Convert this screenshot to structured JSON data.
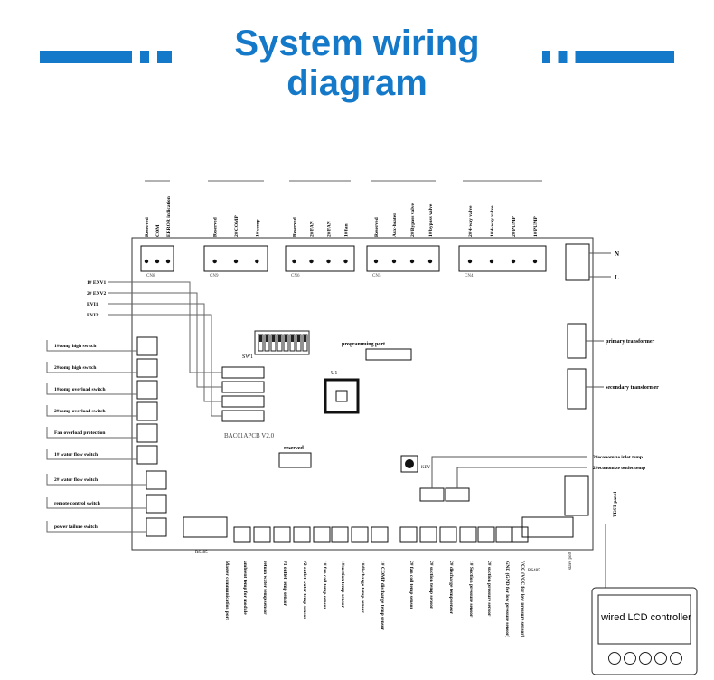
{
  "header": {
    "title_line1": "System wiring",
    "title_line2": "diagram",
    "accent_color": "#1479c8"
  },
  "board": {
    "model": "BAC01APCB V2.0",
    "sw_label": "SW1",
    "chip_label": "U1",
    "key_label": "KEY",
    "programming_label": "programming port",
    "reserved_label": "reserved",
    "rs485_left": "RS485",
    "rs485_right": "RS485",
    "slave_port": "slave port",
    "right_labels": [
      "N",
      "L"
    ],
    "transformers": [
      "primary transformer",
      "secondary transformer"
    ]
  },
  "top_groups": [
    {
      "header": "CN8",
      "labels": [
        "Reserved",
        "COM",
        "ERROR indication"
      ]
    },
    {
      "header": "CN9",
      "labels": [
        "Reserved",
        "2# COMP",
        "1# comp"
      ]
    },
    {
      "header": "CN6",
      "labels": [
        "Reserved",
        "2# FAN",
        "2# FAN",
        "1# fan"
      ]
    },
    {
      "header": "CN5",
      "labels": [
        "Reserved",
        "Aux-heater",
        "2# Bypass valve",
        "1# bypass valve"
      ]
    },
    {
      "header": "CN4",
      "labels": [
        "2# 4-way valve",
        "1# 4-way valve",
        "2# PUMP",
        "1# PUMP"
      ]
    }
  ],
  "eev_labels": [
    "1# EXV1",
    "2# EXV2",
    "EVI1",
    "EVI2"
  ],
  "left_switches": [
    "1#comp high switch",
    "2#comp high switch",
    "1#comp overload switch",
    "2#comp overload switch",
    "Fan overload protection",
    "1# water flow switch",
    "2# water flow switch",
    "remote control switch",
    "power failure switch"
  ],
  "bottom_sensors": [
    "Master communication port",
    "ambient temp for module",
    "return water temp sensor",
    "#1 outlet temp sensor",
    "#2 outlet water temp sensor",
    "1# fan coil temp sensor",
    "1#suction temp sensor",
    "1#discharge temp sensor",
    "1# COMP discharge temp sensor",
    "2# fan coil temp sensor",
    "2# suction temp sensor",
    "2# discharge temp sensor",
    "1# Suction pressure sensor",
    "2# suction pressure sensor",
    "GND (GND for low pressure sensor)",
    "VCC (VCC for low pressure sensor)"
  ],
  "economizer_labels": [
    "2#economize inlet temp",
    "2#economize outlet temp"
  ],
  "fan_label": "TEST panel",
  "lcd_label": "wired LCD controller"
}
